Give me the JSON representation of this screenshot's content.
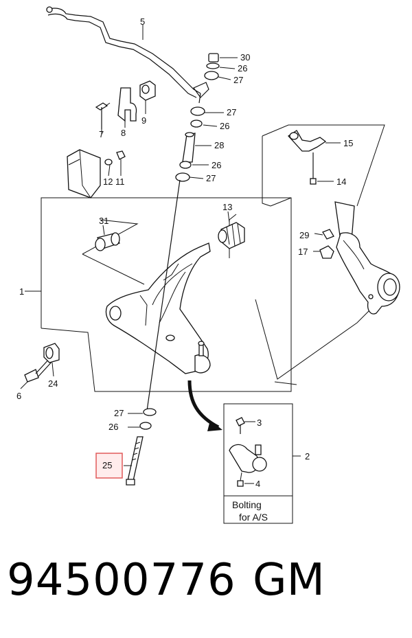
{
  "callouts": {
    "c1": "1",
    "c2": "2",
    "c3": "3",
    "c4": "4",
    "c5": "5",
    "c6": "6",
    "c7": "7",
    "c8": "8",
    "c9": "9",
    "c11": "11",
    "c12": "12",
    "c13": "13",
    "c14": "14",
    "c15": "15",
    "c17": "17",
    "c24": "24",
    "c25": "25",
    "c26a": "26",
    "c26b": "26",
    "c26c": "26",
    "c26d": "26",
    "c27a": "27",
    "c27b": "27",
    "c27c": "27",
    "c27d": "27",
    "c28": "28",
    "c29": "29",
    "c30": "30",
    "c31": "31"
  },
  "inset": {
    "line1": "Bolting",
    "line2": "for  A/S"
  },
  "footer": {
    "part_number": "94500776",
    "brand": "GM"
  },
  "highlight_color": "#e05a5a"
}
